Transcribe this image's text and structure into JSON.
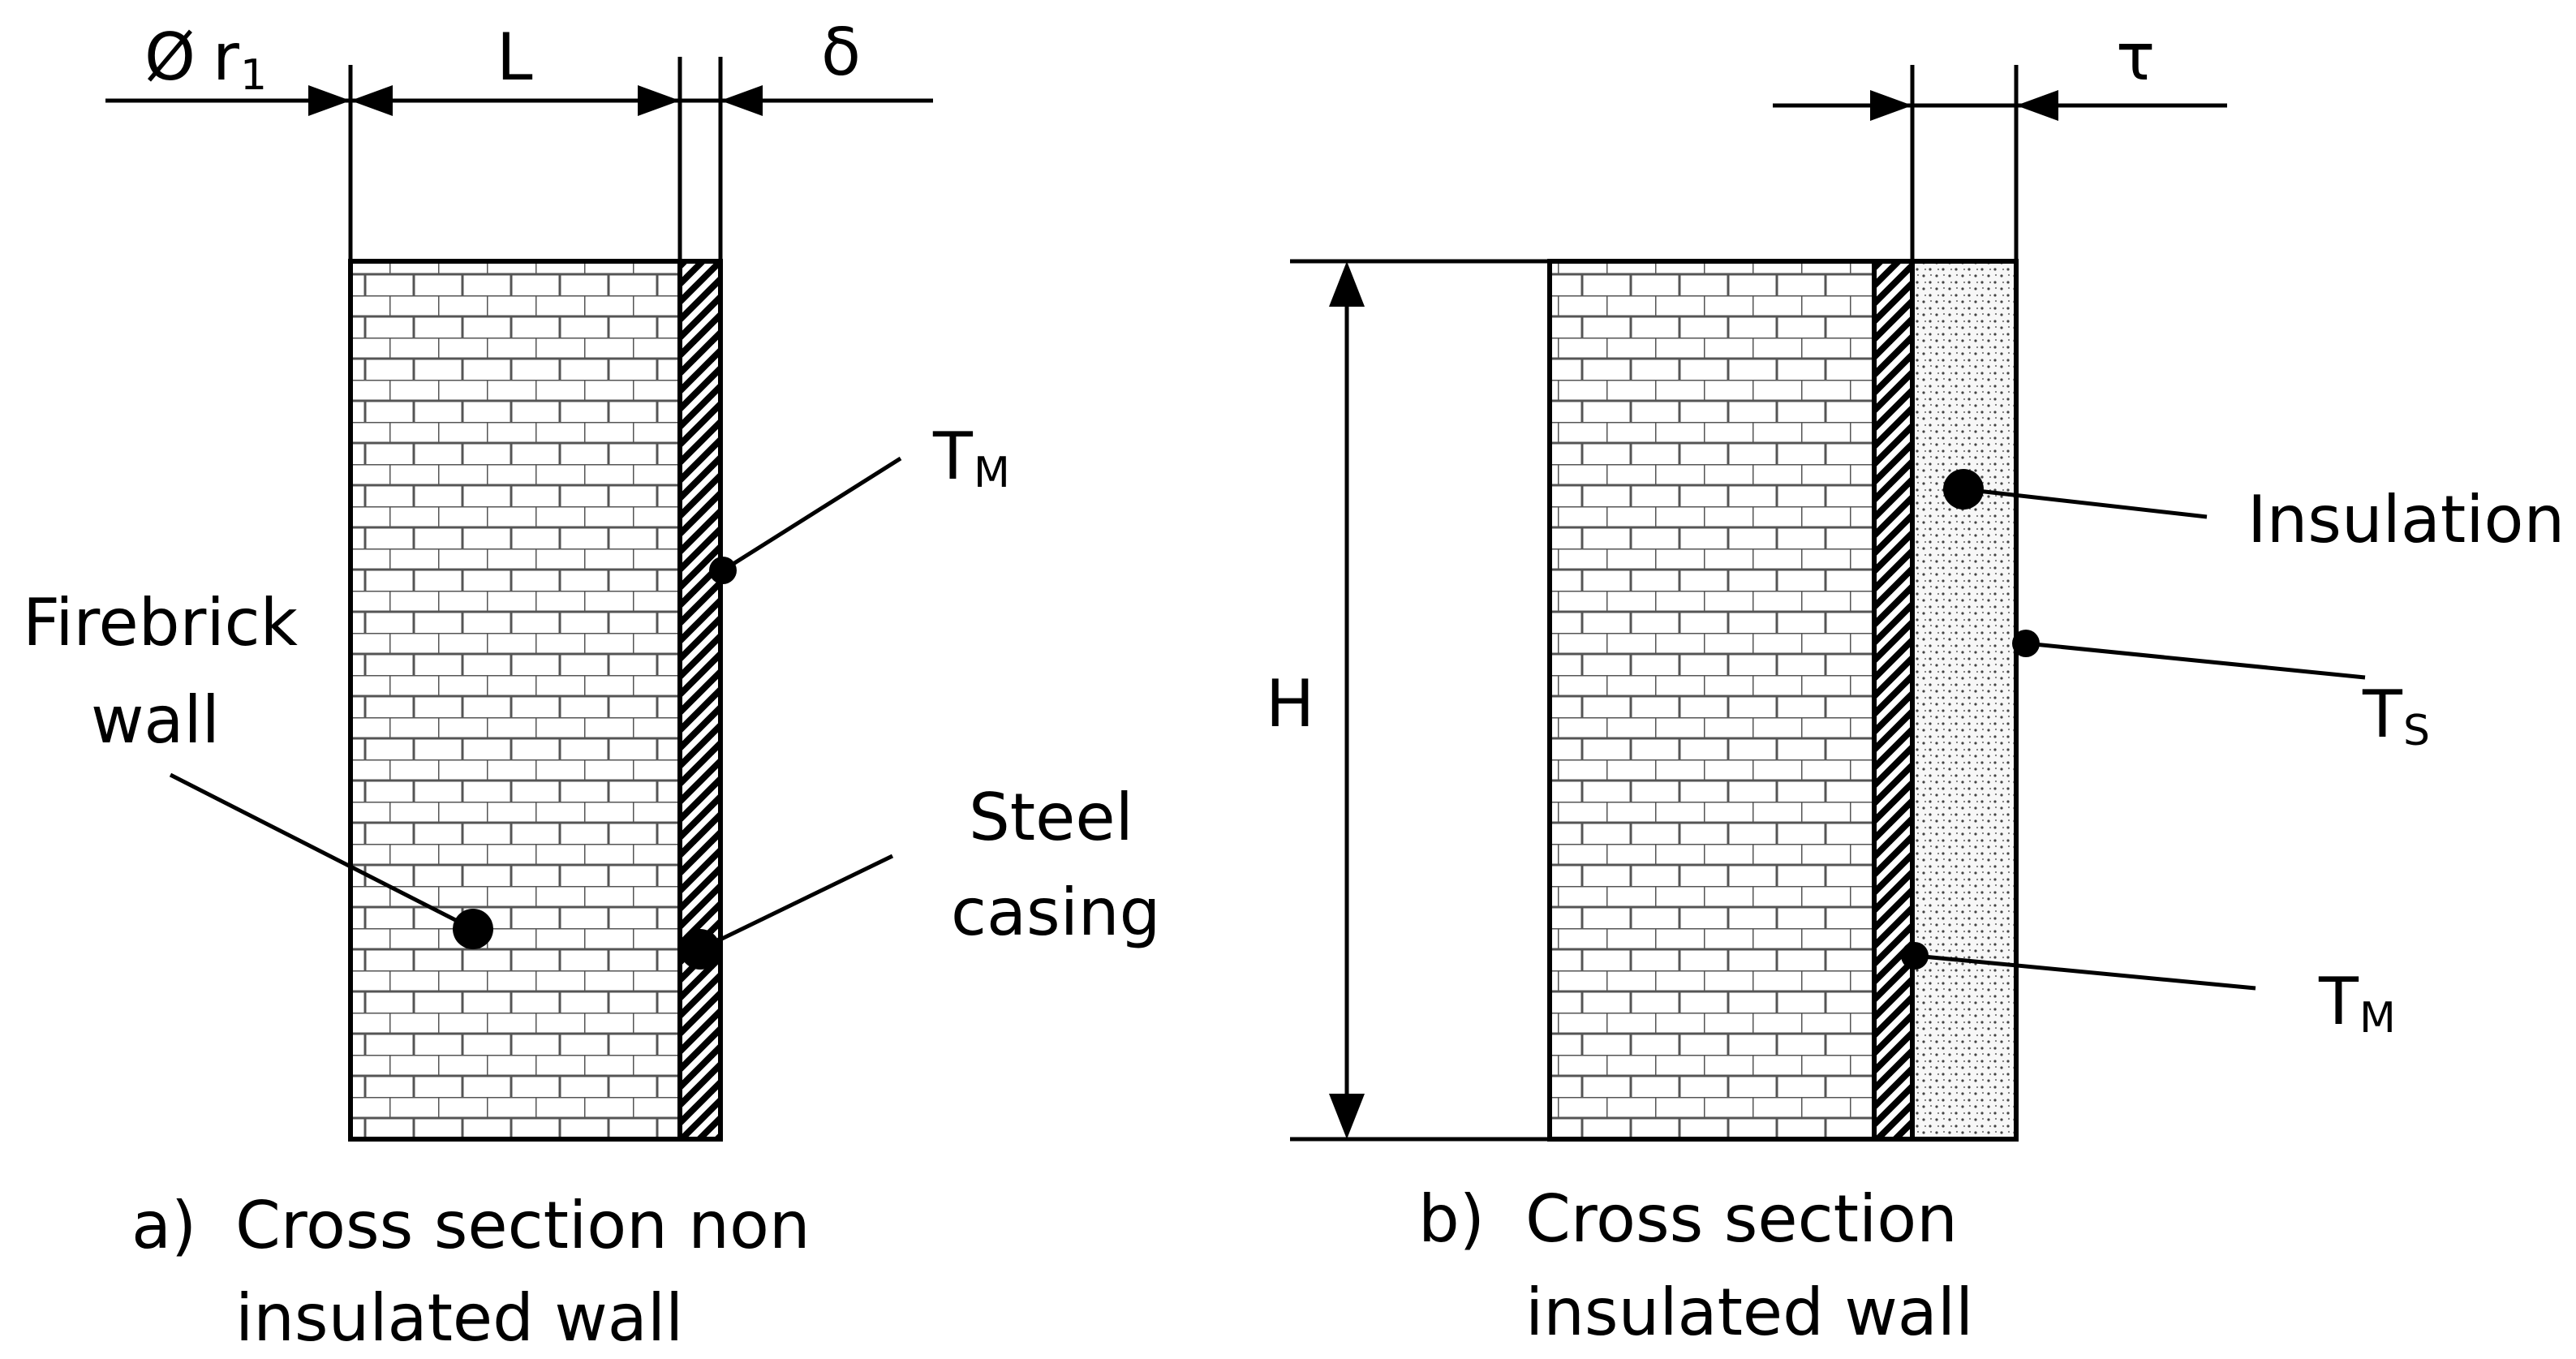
{
  "panel_a": {
    "dim_r1_symbol": "Ø",
    "dim_r1_var": "r",
    "dim_r1_sub": "1",
    "dim_L": "L",
    "dim_delta": "δ",
    "tm_main": "T",
    "tm_sub": "M",
    "firebrick_line1": "Firebrick",
    "firebrick_line2": "wall",
    "steel_line1": "Steel",
    "steel_line2": "casing",
    "caption_marker": "a)",
    "caption_line1": "Cross section non",
    "caption_line2": "insulated wall"
  },
  "panel_b": {
    "dim_tau": "τ",
    "dim_H": "H",
    "insulation_label": "Insulation",
    "ts_main": "T",
    "ts_sub": "S",
    "tm_main": "T",
    "tm_sub": "M",
    "caption_marker": "b)",
    "caption_line1": "Cross section",
    "caption_line2": "insulated wall"
  },
  "colors": {
    "ink": "#000000",
    "paper": "#ffffff"
  }
}
